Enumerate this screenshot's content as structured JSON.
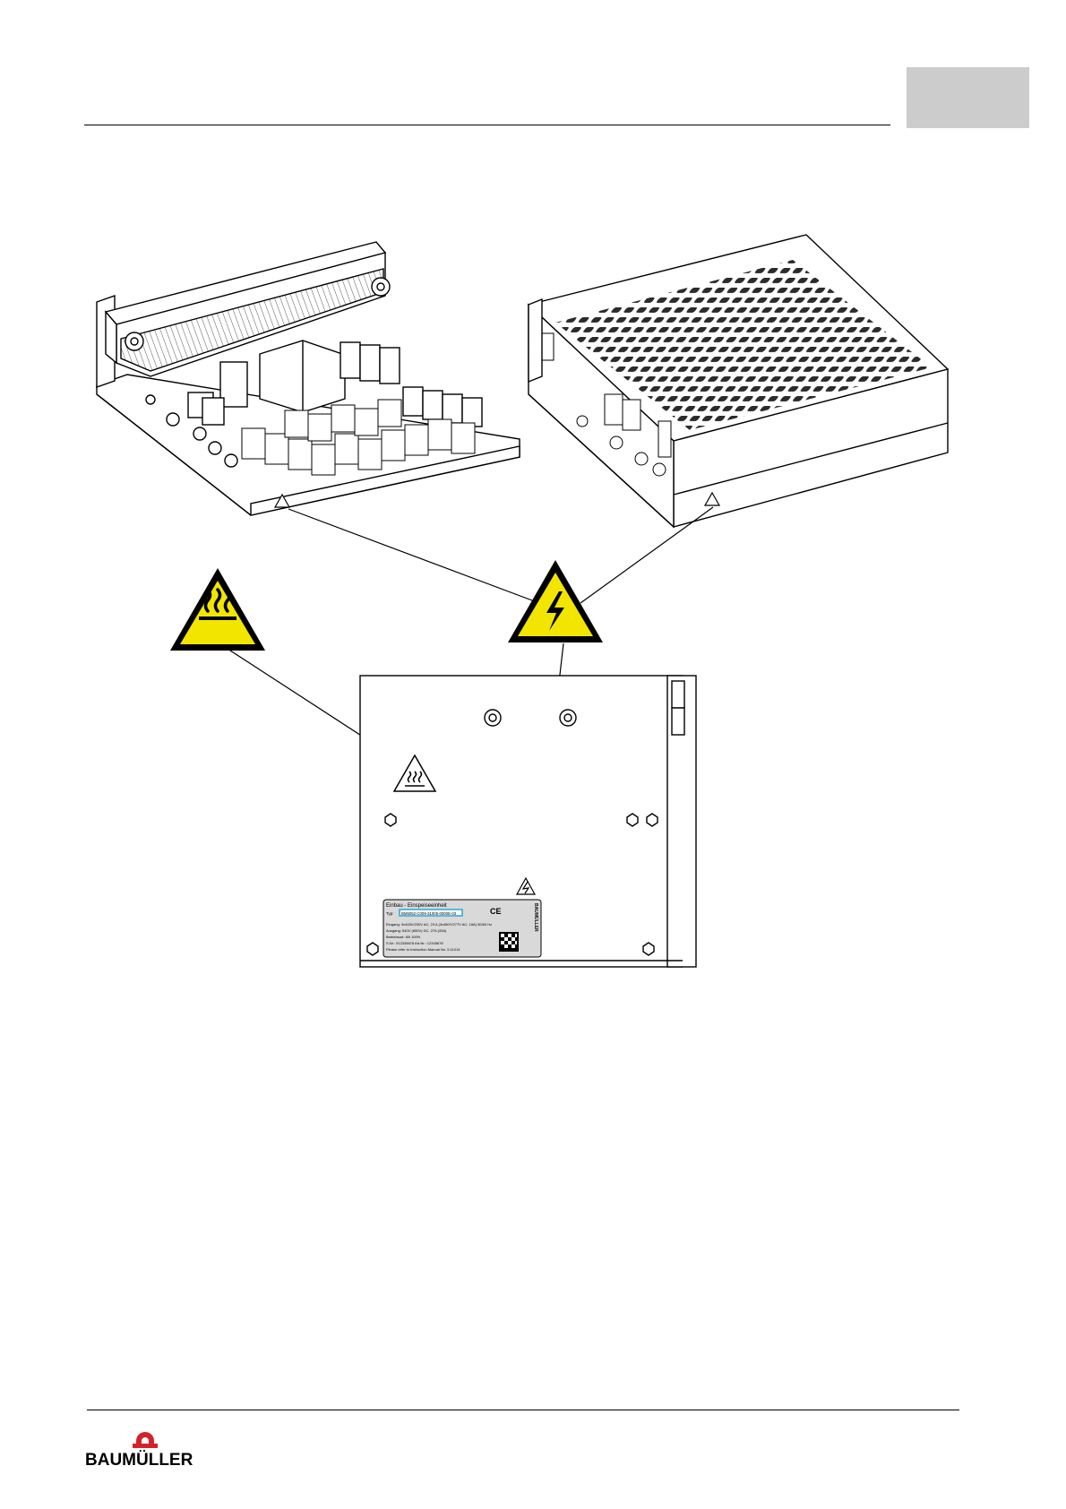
{
  "brand": {
    "name": "BAUMÜLLER"
  },
  "nameplate": {
    "title": "Einbau - Einspeiseeinheit",
    "ce_mark": "CE",
    "type_label": "Typ:",
    "type_value": "BM5052-C009-31005-0000E-03",
    "lines": [
      "Eingang:   3x400V/230V AC, 23 A  (3x480Y/277V AC; 18A) 50/60 Hz",
      "Ausgang:   540V (650V) DC, 27A (33A)",
      "Betriebsart: KB 100%",
      "S.Nr.: 512345678   Art-Nr.: 12345678",
      "Please refer to Instruction Manual No. 5.11014"
    ],
    "side_brand": "BAUMÜLLER"
  },
  "colors": {
    "warning_yellow": "#f2e500",
    "tab_gray": "#cccccc",
    "plate_gray": "#d9d9d9",
    "type_highlight": "#2aa8d8",
    "logo_red": "#d2232a"
  },
  "icons": [
    "hot-surface-warning-icon",
    "electrical-voltage-warning-icon"
  ]
}
